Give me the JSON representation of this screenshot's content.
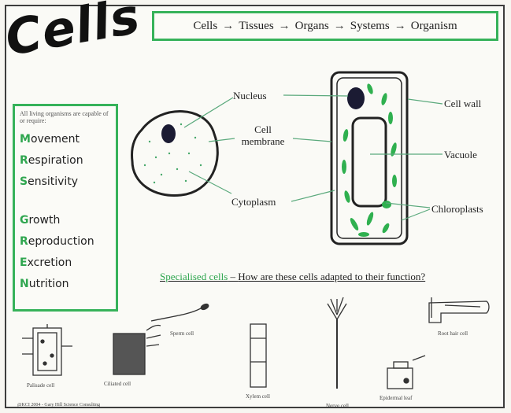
{
  "title": "Cells",
  "hierarchy": [
    "Cells",
    "Tissues",
    "Organs",
    "Systems",
    "Organism"
  ],
  "arrow": "→",
  "life_box": {
    "intro": "All living organisms are capable of or require:",
    "items": [
      {
        "first": "M",
        "rest": "ovement"
      },
      {
        "first": "R",
        "rest": "espiration"
      },
      {
        "first": "S",
        "rest": "ensitivity"
      },
      {
        "first": "G",
        "rest": "rowth"
      },
      {
        "first": "R",
        "rest": "eproduction"
      },
      {
        "first": "E",
        "rest": "xcretion"
      },
      {
        "first": "N",
        "rest": "utrition"
      }
    ]
  },
  "labels": {
    "nucleus": "Nucleus",
    "cell_membrane": "Cell membrane",
    "cytoplasm": "Cytoplasm",
    "cell_wall": "Cell wall",
    "vacuole": "Vacuole",
    "chloroplasts": "Chloroplasts"
  },
  "specialised": {
    "lead": "Specialised cells",
    "dash": " – ",
    "question": "How are these cells adapted to their function?"
  },
  "cell_types": {
    "sperm": "Sperm cell",
    "root_hair": "Root hair cell",
    "palisade": "Palisade cell",
    "ciliated": "Ciliated cell",
    "xylem": "Xylem cell",
    "nerve": "Nerve cell",
    "epidermal": "Epidermal leaf"
  },
  "copyright": "@KCI 2004 - Gary Hill Science Consulting",
  "colors": {
    "accent": "#36b25a",
    "chloroplast": "#2fb04f",
    "nucleus": "#1b1b33"
  }
}
